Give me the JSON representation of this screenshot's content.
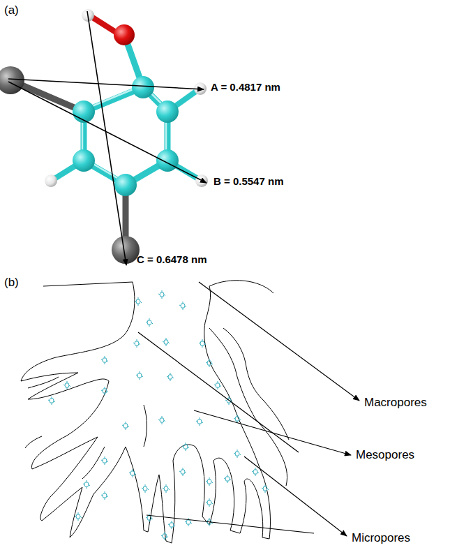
{
  "diagram": {
    "labels": [
      "(a)",
      "A = 0.4817 nm",
      "B = 0.5547 nm",
      "C = 0.6478 nm",
      "(b)",
      "Macropores",
      "Mesopores",
      "Micropores"
    ]
  }
}
